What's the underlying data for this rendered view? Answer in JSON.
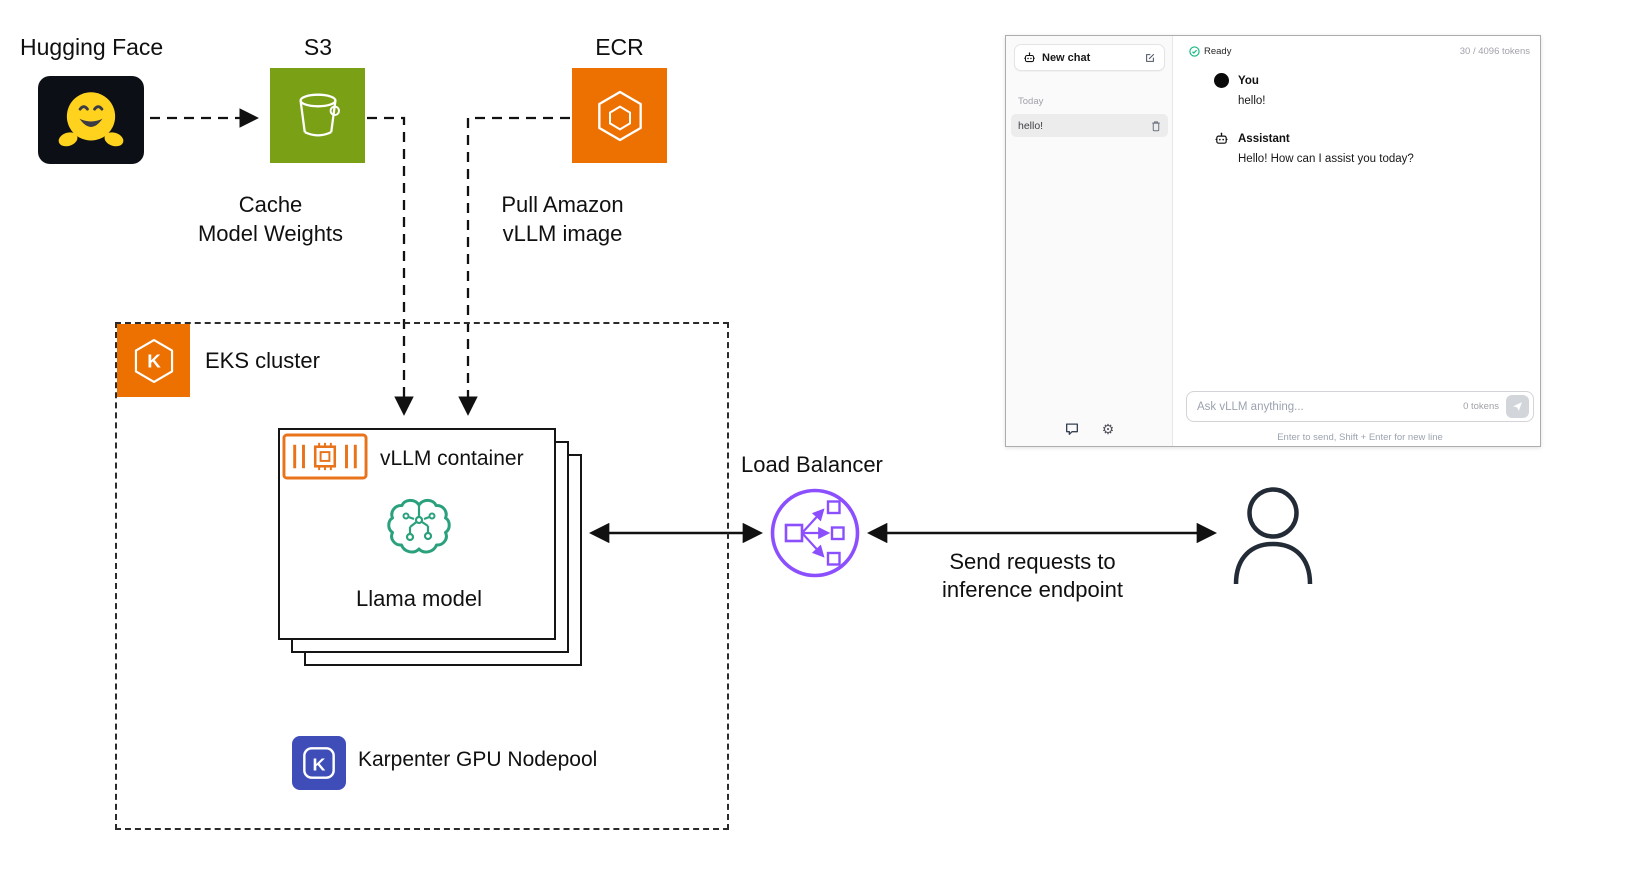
{
  "colors": {
    "s3_green": "#7AA116",
    "ecr_orange": "#ED7100",
    "eks_orange": "#ED7100",
    "container_orange": "#E8731A",
    "model_teal": "#2AA17C",
    "karpenter_indigo": "#3F4DB8",
    "load_balancer_purple": "#8C4FFF",
    "hugging_face_yellow": "#FFD21E",
    "ready_green": "#10B981"
  },
  "diagram": {
    "hugging_face": {
      "label": "Hugging Face"
    },
    "s3": {
      "label": "S3",
      "caption": "Cache\nModel Weights"
    },
    "ecr": {
      "label": "ECR",
      "caption": "Pull Amazon\nvLLM image"
    },
    "eks": {
      "label": "EKS cluster"
    },
    "vllm": {
      "label": "vLLM container",
      "model": "Llama model"
    },
    "karpenter": {
      "label": "Karpenter GPU Nodepool"
    },
    "load_balancer": {
      "label": "Load Balancer"
    },
    "request_caption": "Send requests to\ninference endpoint"
  },
  "chat_ui": {
    "sidebar": {
      "new_chat": "New chat",
      "section": "Today",
      "history": [
        {
          "title": "hello!"
        }
      ]
    },
    "header": {
      "status": "Ready",
      "tokens": "30 / 4096 tokens"
    },
    "messages": [
      {
        "role": "You",
        "text": "hello!"
      },
      {
        "role": "Assistant",
        "text": "Hello! How can I assist you today?"
      }
    ],
    "composer": {
      "placeholder": "Ask vLLM anything...",
      "tokens": "0 tokens",
      "hint": "Enter to send, Shift + Enter for new line"
    }
  }
}
